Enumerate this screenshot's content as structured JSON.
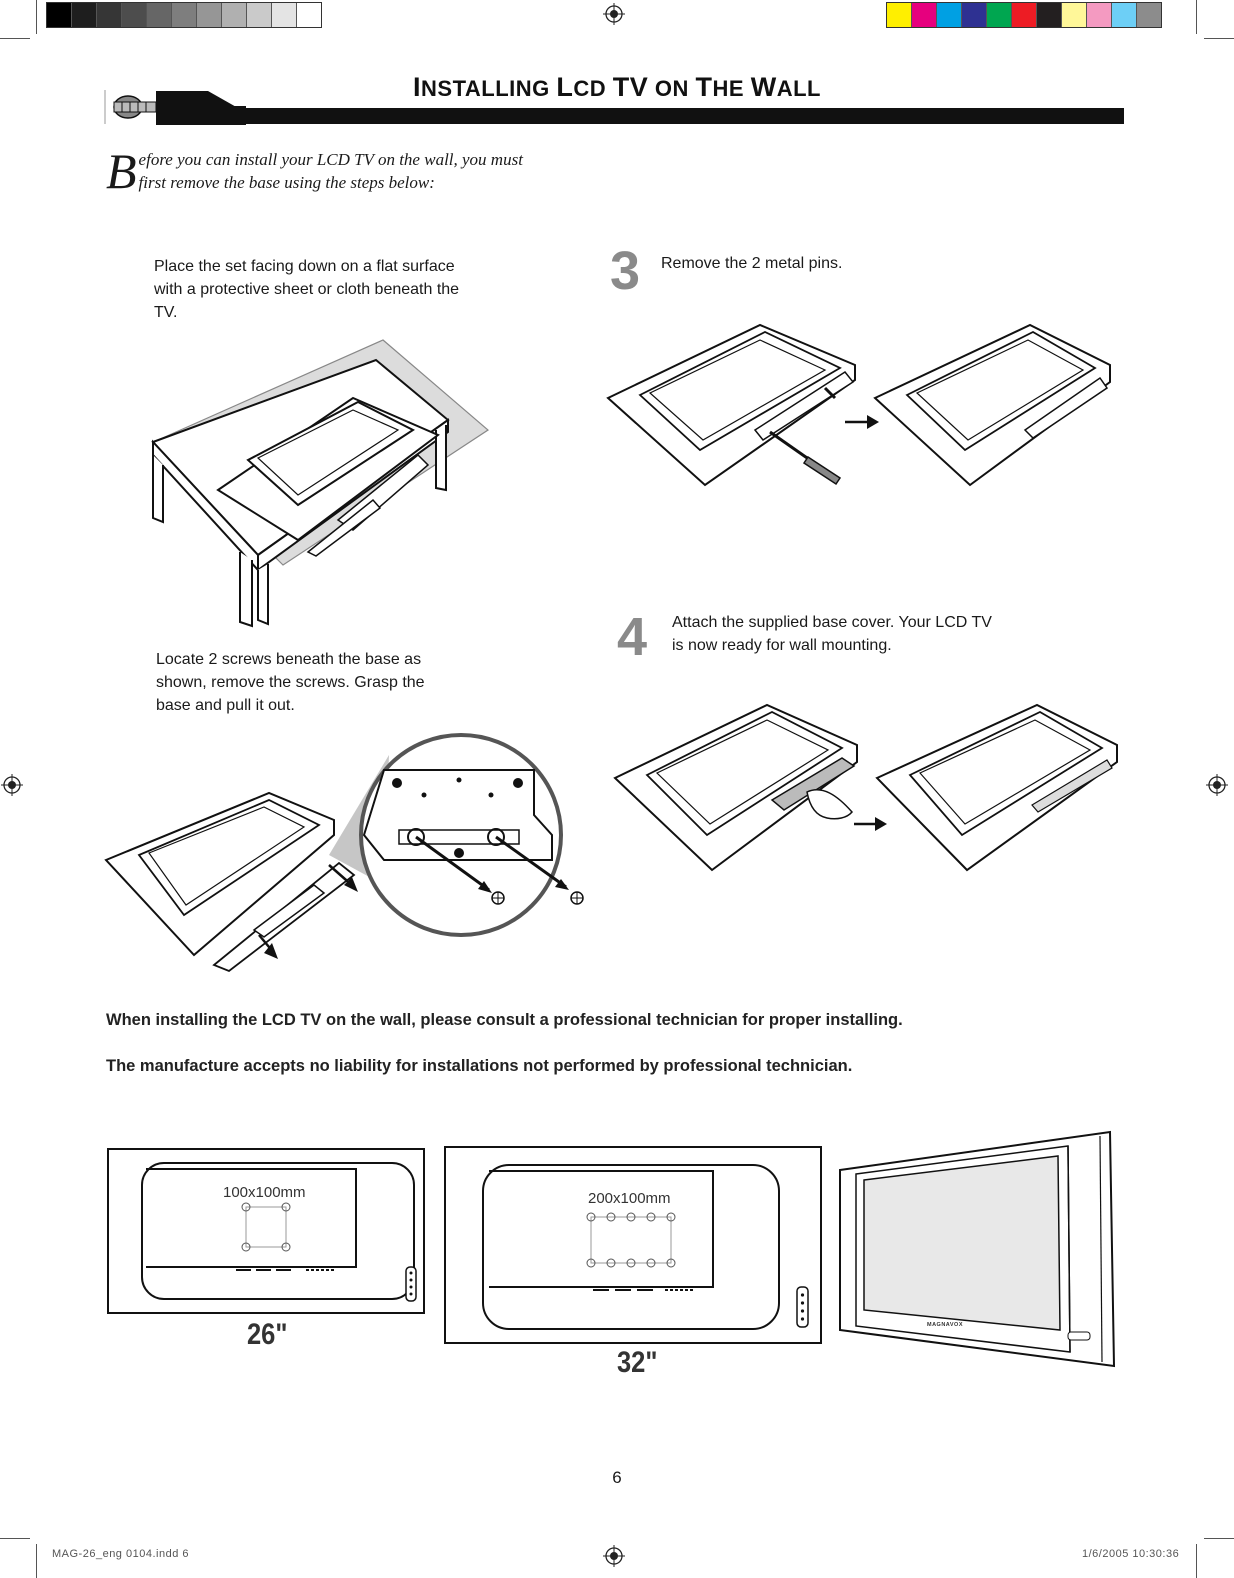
{
  "colors": {
    "grayscale_swatches": [
      "#000000",
      "#1e1e1e",
      "#363636",
      "#4d4d4d",
      "#666666",
      "#7e7e7e",
      "#969696",
      "#b0b0b0",
      "#cacaca",
      "#e4e4e4",
      "#ffffff"
    ],
    "color_swatches": [
      "#ffef00",
      "#e6007e",
      "#00a0e3",
      "#2e3192",
      "#00a650",
      "#ed1c24",
      "#231f20",
      "#fff799",
      "#f49ac1",
      "#6dcff6",
      "#8c8c8c"
    ]
  },
  "header": {
    "title_parts": {
      "i": "I",
      "nstalling": "NSTALLING ",
      "l": "L",
      "cd": "CD ",
      "tv": "TV",
      "on": " ON ",
      "t": "T",
      "he": "HE ",
      "w": "W",
      "all": "ALL"
    }
  },
  "intro": {
    "dropcap": "B",
    "text": "efore you can install your LCD TV on the wall, you must first remove the base using the steps below:"
  },
  "steps": {
    "step1": {
      "text": "Place the set facing down on a flat surface with a protective sheet or cloth beneath the TV."
    },
    "step2": {
      "text": "Locate 2 screws beneath the base as shown, remove the screws. Grasp the base and pull it out."
    },
    "step3": {
      "number": "3",
      "text": "Remove the 2 metal pins."
    },
    "step4": {
      "number": "4",
      "text": "Attach the supplied base cover. Your LCD TV is now ready for wall mounting."
    }
  },
  "notices": [
    "When installing the LCD TV on the wall, please consult a professional technician for proper installing.",
    "The manufacture accepts no liability for installations not performed by professional technician."
  ],
  "mounting": {
    "tv26": {
      "size": "26\"",
      "pattern": "100x100mm"
    },
    "tv32": {
      "size": "32\"",
      "pattern": "200x100mm"
    },
    "front_brand": "MAGNAVOX"
  },
  "footer": {
    "page_number": "6",
    "slug_left": "MAG-26_eng 0104.indd   6",
    "slug_right": "1/6/2005   10:30:36"
  }
}
